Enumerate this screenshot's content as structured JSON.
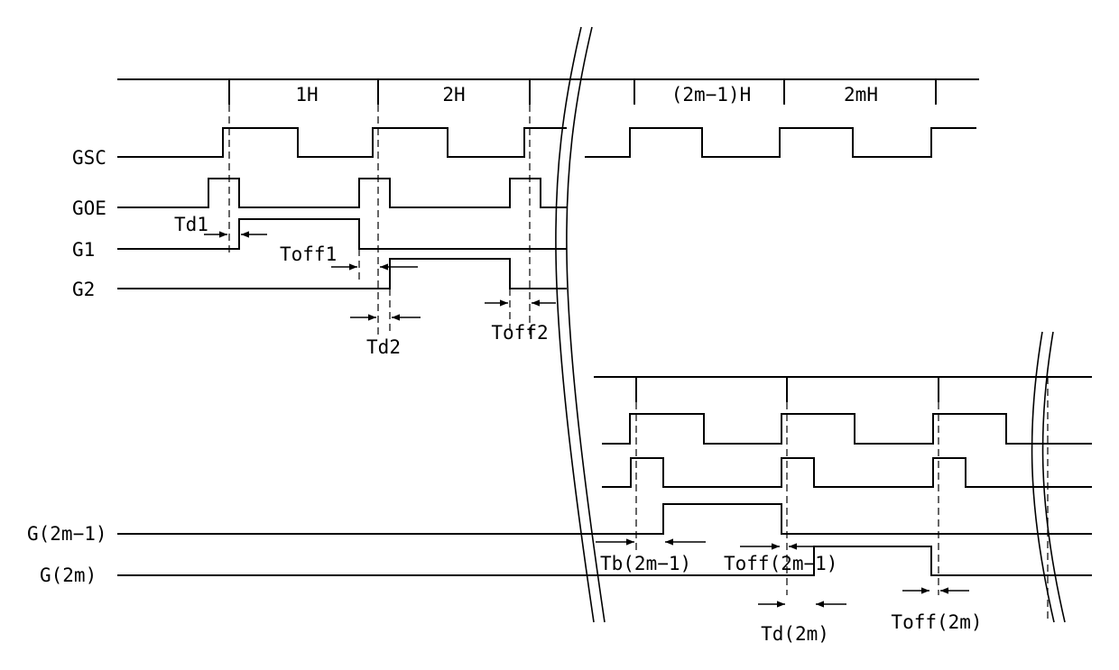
{
  "signals": {
    "gsc": "GSC",
    "goe": "GOE",
    "g1": "G1",
    "g2": "G2",
    "g2m_minus_1": "G(2m−1)",
    "g2m": "G(2m)"
  },
  "periods": {
    "p1": "1H",
    "p2": "2H",
    "p3": "(2m−1)H",
    "p4": "2mH"
  },
  "timings": {
    "td1": "Td1",
    "toff1": "Toff1",
    "td2": "Td2",
    "toff2": "Toff2",
    "tb_2m_minus_1": "Tb(2m−1)",
    "toff_2m_minus_1": "Toff(2m−1)",
    "td_2m": "Td(2m)",
    "toff_2m": "Toff(2m)"
  },
  "colors": {
    "ink": "#000000",
    "background": "#ffffff"
  }
}
